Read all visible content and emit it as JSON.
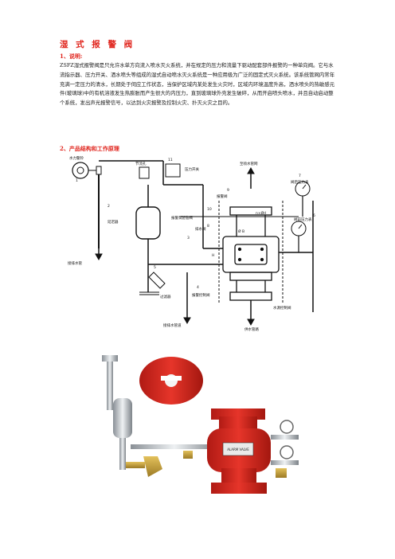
{
  "document": {
    "title": "湿 式 报 警 阀",
    "section1_heading": "1、说明:",
    "section1_body": "ZSFZ湿式报警阀是只允许水单方向流入喷水灭火系统，并在规定的压力和流量下驱动配套部件报警的一种单向阀。它与水流指示器、压力开关、洒水喷头等组成的湿式自动喷水灭火系统是一种应用极为广泛的固定式灭火系统。该系统管网内常年充满一定压力的清水，长期处于伺应工作状态，当保护区域内某处发生火灾时，区域内环境温度升高，洒水喷头的热敏感元件(玻璃球)中的有机溶液发生热膨胀而产生很大的内压力，直到玻璃球外壳发生破碎，从而开启喷头喷水，并且自动启动整个系统，发出声光报警信号，以达到火灾报警及控制火灾、扑灭火灾之目的。",
    "section2_heading": "2、产品结构和工作原理"
  },
  "diagram_labels": {
    "l1": "1",
    "l2": "2",
    "l3": "3",
    "l4": "4",
    "l5": "5",
    "l6": "6",
    "l7": "7",
    "l8": "8",
    "l9": "9",
    "l10": "10",
    "l11": "11",
    "t_alarm": "水力警铃",
    "t_orifice": "节流孔",
    "t_pressure_sw": "压力开关",
    "t_delay": "延迟器",
    "t_test": "报警试验管阀",
    "t_drain_alarm": "排水阀",
    "t_to_sprinkler": "至喷水管网",
    "t_alarm_valve": "报警阀",
    "t_filter": "过滤器",
    "t_test_valve": "报警控制阀",
    "t_discharge_pipe": "接排水管",
    "t_pressure_above": "阀后压力表",
    "t_pressure_below": "阀前压力表",
    "t_drain_bottom": "接排水管道",
    "t_water_source": "供水管路",
    "t_signal": "水源控制阀",
    "t_phi": "Ø B",
    "t_dim": "H",
    "t_n": "n×Ød"
  },
  "photo": {
    "label_text": "ALARM VALVE",
    "colors": {
      "valve_red": "#d9261c",
      "brass": "#c9a23a",
      "chrome": "#c7ccd1"
    }
  }
}
